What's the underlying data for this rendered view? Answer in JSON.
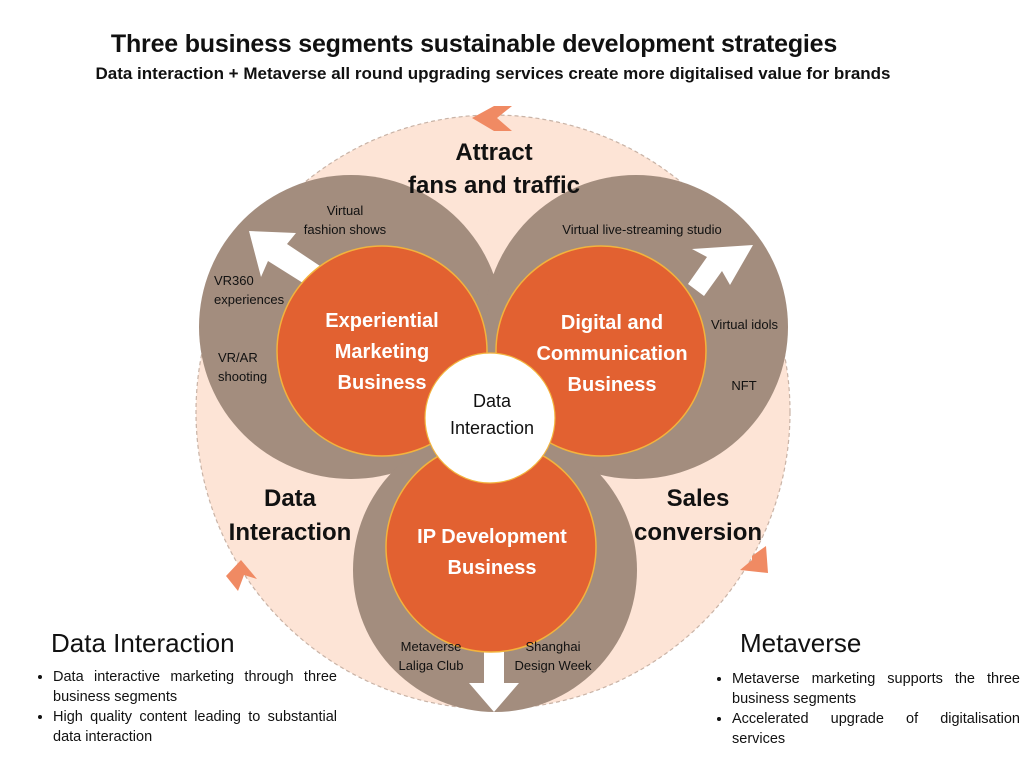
{
  "title": "Three business segments sustainable development strategies",
  "subtitle": "Data interaction + Metaverse all round upgrading services create more digitalised value for brands",
  "cycle": {
    "top": [
      "Attract",
      "fans and traffic"
    ],
    "left": [
      "Data",
      "Interaction"
    ],
    "right": [
      "Sales",
      "conversion"
    ]
  },
  "segments": {
    "experiential": {
      "name": [
        "Experiential",
        "Marketing",
        "Business"
      ],
      "items": {
        "virtual_fashion": [
          "Virtual",
          "fashion shows"
        ],
        "vr360": [
          "VR360",
          "experiences"
        ],
        "vrar": [
          "VR/AR",
          "shooting"
        ]
      }
    },
    "digital": {
      "name": [
        "Digital and",
        "Communication",
        "Business"
      ],
      "items": {
        "live_studio": [
          "Virtual live-streaming studio"
        ],
        "idols": [
          "Virtual idols"
        ],
        "nft": [
          "NFT"
        ]
      }
    },
    "ip": {
      "name": [
        "IP Development",
        "Business"
      ],
      "items": {
        "laliga": [
          "Metaverse",
          "Laliga Club"
        ],
        "design_week": [
          "Shanghai",
          "Design Week"
        ]
      }
    }
  },
  "center": [
    "Data",
    "Interaction"
  ],
  "data_interaction_section": {
    "title": "Data Interaction",
    "bullets": [
      "Data interactive marketing through three business segments",
      "High quality content leading to substantial data interaction"
    ]
  },
  "metaverse_section": {
    "title": "Metaverse",
    "bullets": [
      "Metaverse marketing supports the three business segments",
      "Accelerated upgrade of digitalisation services"
    ]
  },
  "colors": {
    "outer_fill": "#fde4d6",
    "outer_dash": "#c9b3a6",
    "taupe": "#a38d7e",
    "orange": "#e26131",
    "orange_border": "#f3b33d",
    "arrow_salmon": "#f08a63",
    "white": "#ffffff"
  }
}
